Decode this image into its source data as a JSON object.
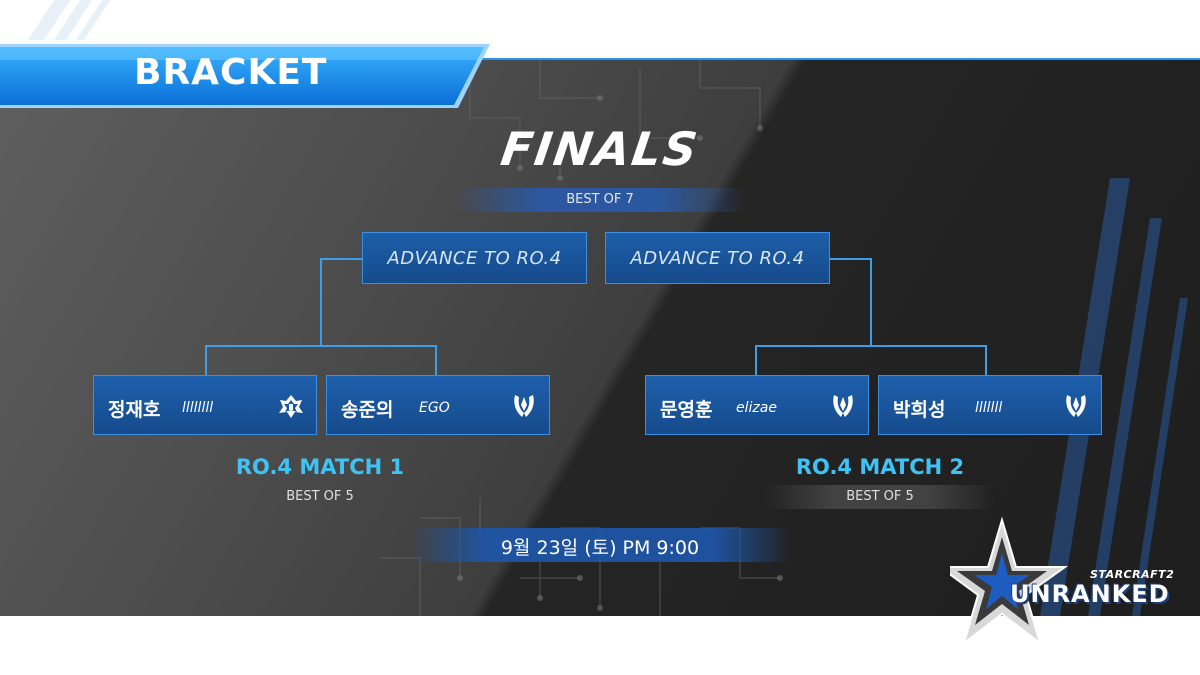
{
  "header": {
    "title": "BRACKET"
  },
  "finals": {
    "title": "FINALS",
    "best_of": "BEST OF 7"
  },
  "advance": [
    {
      "label": "ADVANCE TO RO.4"
    },
    {
      "label": "ADVANCE TO RO.4"
    }
  ],
  "matches": [
    {
      "title": "RO.4 MATCH 1",
      "best_of": "BEST OF 5",
      "players": [
        {
          "korean_name": "정재호",
          "ign": "llllllll",
          "race": "terran-icon"
        },
        {
          "korean_name": "송준의",
          "ign": "EGO",
          "race": "protoss-icon"
        }
      ]
    },
    {
      "title": "RO.4 MATCH 2",
      "best_of": "BEST OF 5",
      "players": [
        {
          "korean_name": "문영훈",
          "ign": "elizae",
          "race": "protoss-icon"
        },
        {
          "korean_name": "박희성",
          "ign": "lllllll",
          "race": "protoss-icon"
        }
      ]
    }
  ],
  "schedule": {
    "datetime": "9월 23일 (토) PM 9:00"
  },
  "logo": {
    "top_text": "STARCRAFT2",
    "main_text": "UNRANKED"
  },
  "colors": {
    "accent": "#3fc3f5",
    "box": "#1a56a0",
    "border": "#3c8fe0"
  }
}
